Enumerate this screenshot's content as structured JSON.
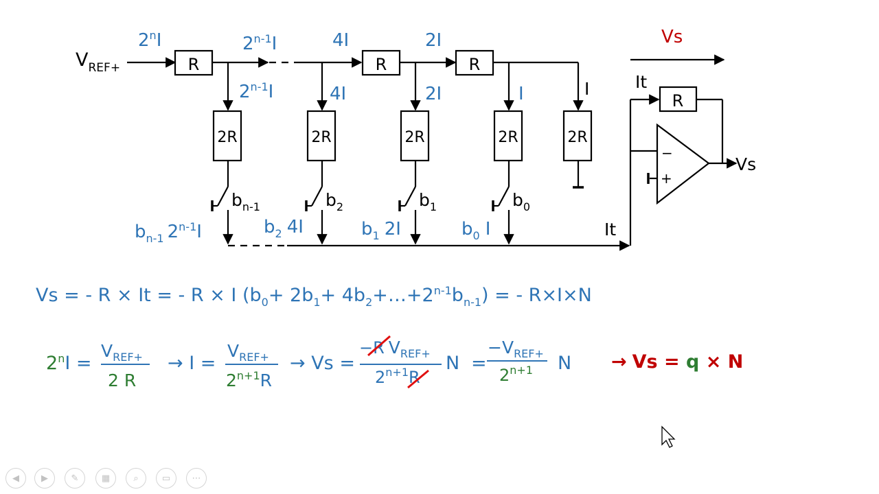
{
  "colors": {
    "blue": "#2e74b5",
    "black": "#000000",
    "red": "#c00000",
    "green": "#2e7d32",
    "crossout": "#e01010",
    "nav_gray": "#c2c2c2"
  },
  "circuit": {
    "vref": "V",
    "vref_sub": "REF+",
    "r": "R",
    "r2": "2R",
    "cur_2n": "2",
    "cur_2n_sup": "n",
    "cur_I": "I",
    "cur_2n1": "2",
    "cur_2n1_sup": "n-1",
    "cur_4I": "4I",
    "cur_2I": "2I",
    "cur_I_only": "I",
    "vs": "Vs",
    "it": "It",
    "minus": "−",
    "plus": "+",
    "sw_b": "b",
    "sw_sub_n1": "n-1",
    "sw_sub_2": "2",
    "sw_sub_1": "1",
    "sw_sub_0": "0",
    "bot_bn1_b": "b",
    "bot_bn1_sub": "n-1",
    "bot_bn1_2": "2",
    "bot_bn1_sup": "n-1",
    "bot_bn1_I": "I",
    "bot_b2_b": "b",
    "bot_b2_sub": "2",
    "bot_b2_val": "4I",
    "bot_b1_b": "b",
    "bot_b1_sub": "1",
    "bot_b1_val": "2I",
    "bot_b0_b": "b",
    "bot_b0_sub": "0",
    "bot_b0_val": "I"
  },
  "equations": {
    "eq1": {
      "p1": "Vs = - R × It = - R × I (b",
      "s0": "0",
      "p2": "+ 2b",
      "s1": "1",
      "p3": "+ 4b",
      "s2": "2",
      "p4": "+…+2",
      "sup": "n-1",
      "p5": "b",
      "s3": "n-1",
      "p6": ")   = - R×I×N"
    },
    "eq2": {
      "two": "2",
      "n": "n",
      "I": "I =",
      "V": "V",
      "ref": "REF+",
      "den": "2 R",
      "arrow1": "→ I =",
      "den2": "2",
      "den2_sup": "n+1",
      "den2_R": "R",
      "arrow2": "→ Vs =",
      "minusR": "−R",
      "N": "N",
      "eq": "=",
      "minusV": "−V",
      "N2": "N",
      "result_arrow": "→",
      "result_vs": "Vs = ",
      "result_q": "q",
      "result_rest": " × N"
    }
  },
  "nav": {
    "prev": "◀",
    "next": "▶",
    "pen": "✎",
    "slides": "▦",
    "zoom": "⌕",
    "view": "▭",
    "more": "⋯"
  }
}
